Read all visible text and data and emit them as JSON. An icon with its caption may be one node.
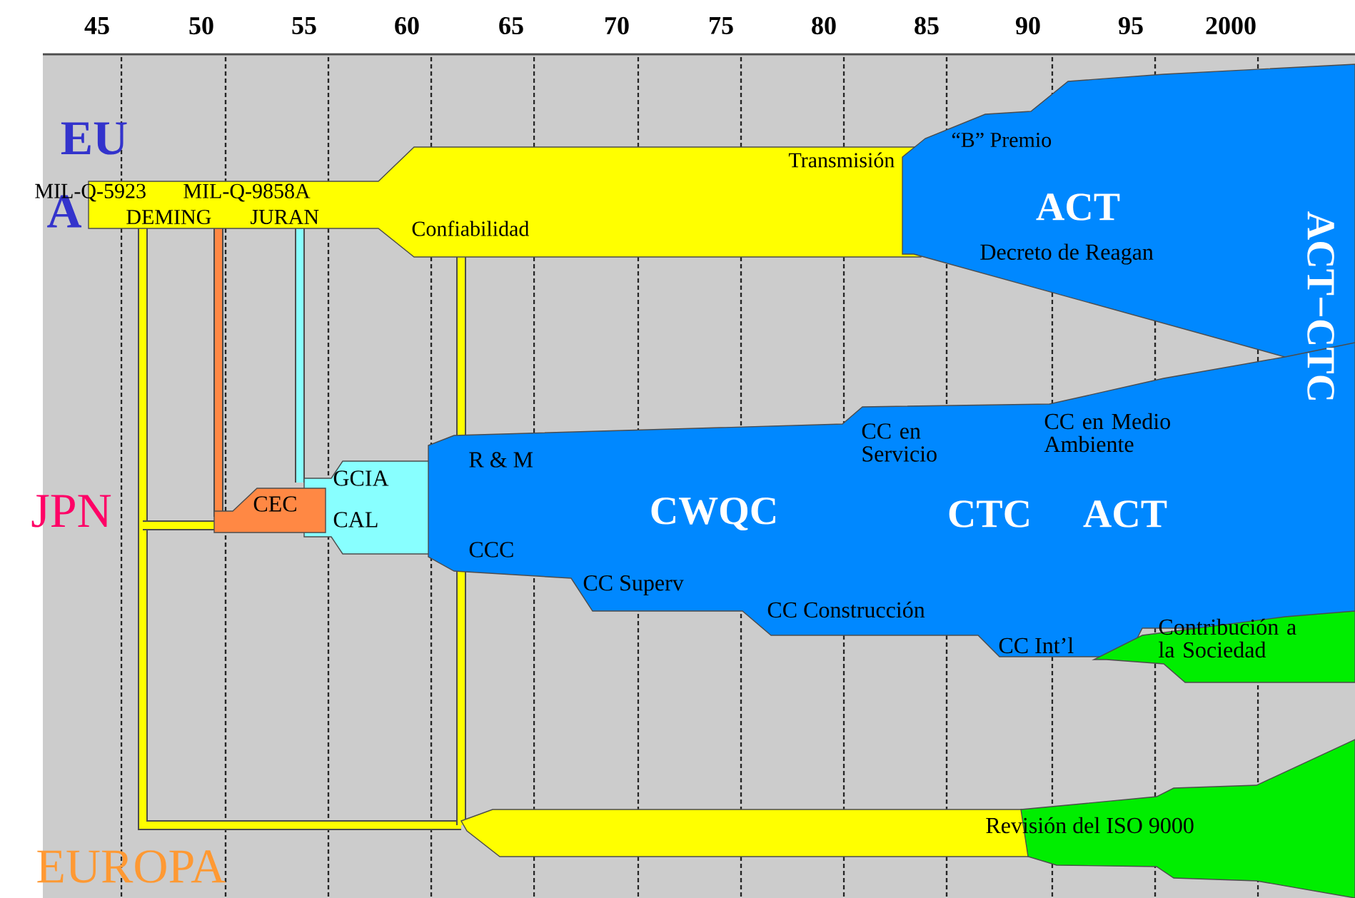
{
  "diagram": {
    "labels": [
      "45",
      "50",
      "55",
      "60",
      "65",
      "70",
      "75",
      "80",
      "85",
      "90",
      "95",
      "2000",
      "EU",
      "A",
      "MIL-Q-5923",
      "MIL-Q-9858A",
      "DEMING",
      "JURAN",
      "Confiabilidad",
      "Transmisión",
      "“B” Premio",
      "ACT",
      "Decreto  de Reagan",
      "ACT−CTC",
      "JPN",
      "CEC",
      "GCIA",
      "CAL",
      "R & M",
      "CCC",
      "CWQC",
      "CC en Servicio",
      "CC en Medio Ambiente",
      "CTC",
      "ACT",
      "CC Superv",
      "CC Construcción",
      "CC Int’l",
      "Contribución a la Sociedad",
      "Revisión del ISO 9000",
      "EUROPA"
    ]
  }
}
